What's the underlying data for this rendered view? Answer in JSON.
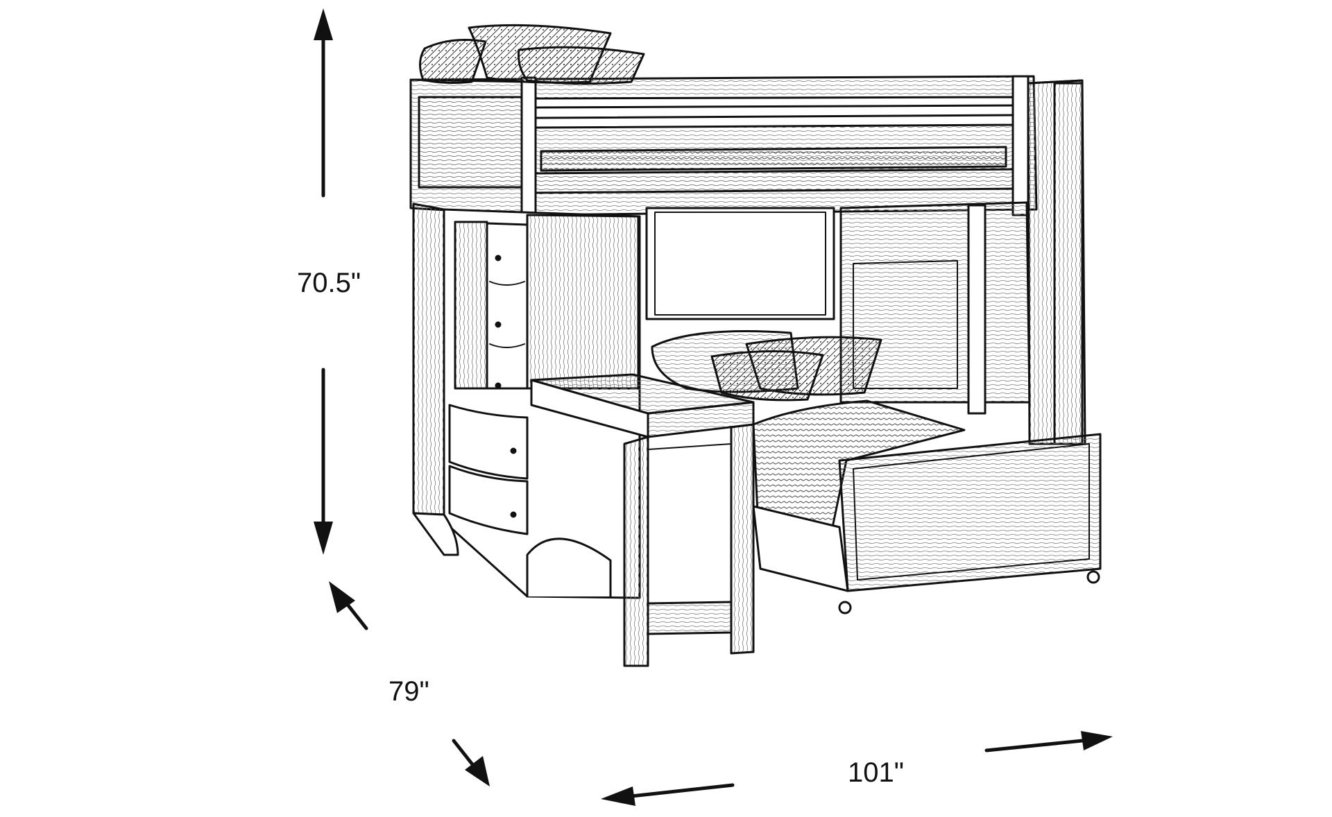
{
  "dimensions": {
    "height": "70.5\"",
    "depth": "79\"",
    "width": "101\""
  },
  "colors": {
    "line": "#111111",
    "background": "#ffffff"
  }
}
